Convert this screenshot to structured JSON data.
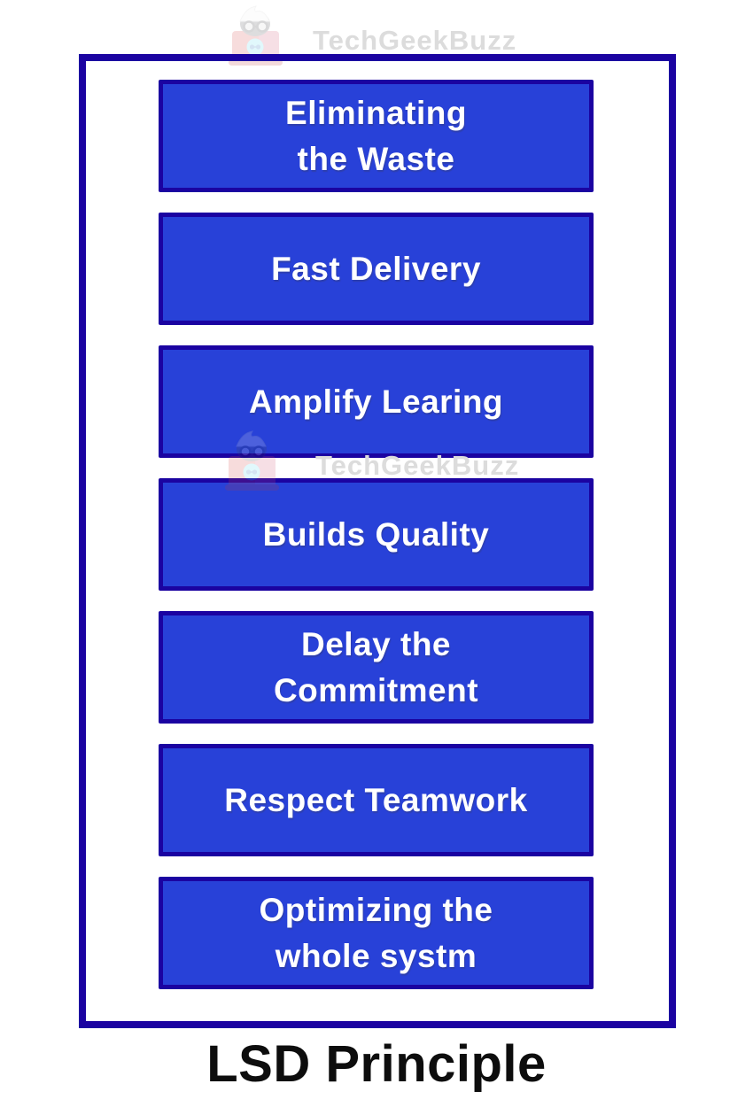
{
  "colors": {
    "border": "#1b03a1",
    "box_fill": "#2841d8",
    "box_text": "#ffffff",
    "watermark_text": "#dcdcdc",
    "title_color": "#0d0d0d"
  },
  "watermark": {
    "brand": "TechGeekBuzz"
  },
  "diagram": {
    "title": "LSD Principle",
    "boxes": [
      {
        "label": "Eliminating\nthe Waste"
      },
      {
        "label": "Fast Delivery"
      },
      {
        "label": "Amplify Learing"
      },
      {
        "label": "Builds Quality"
      },
      {
        "label": "Delay the\nCommitment"
      },
      {
        "label": "Respect Teamwork"
      },
      {
        "label": "Optimizing the\nwhole systm"
      }
    ]
  }
}
